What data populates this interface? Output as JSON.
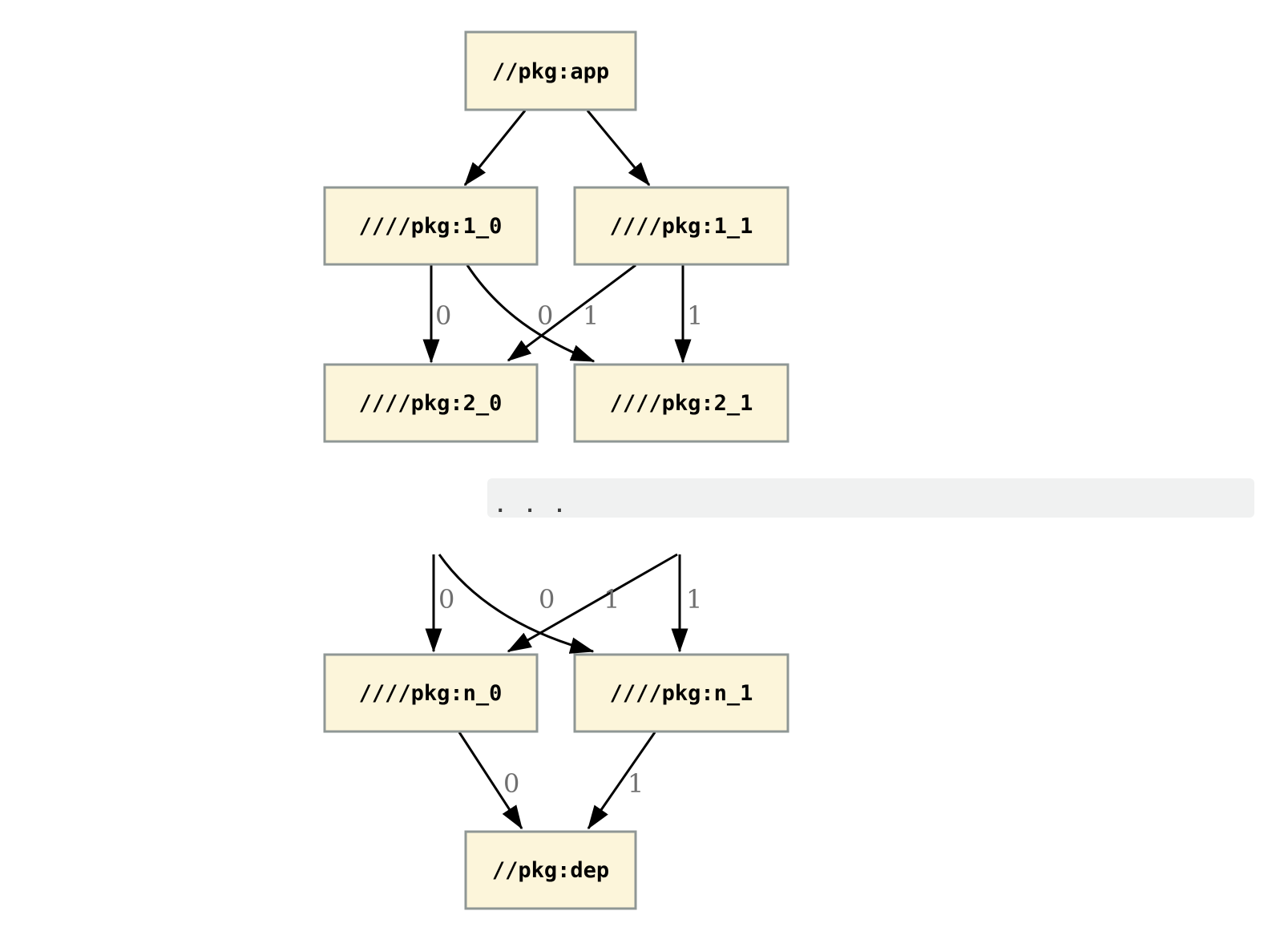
{
  "colors": {
    "background": "#ffffff",
    "node_fill": "#fcf5da",
    "node_border": "#8f9795",
    "edge": "#000000",
    "edge_label": "#6f6f6f",
    "ellipsis_bg": "#f0f1f1",
    "ellipsis_text": "#3a3a3a"
  },
  "nodes": [
    {
      "id": "app",
      "label": "//pkg:app"
    },
    {
      "id": "l1_0",
      "label": "////pkg:1_0"
    },
    {
      "id": "l1_1",
      "label": "////pkg:1_1"
    },
    {
      "id": "l2_0",
      "label": "////pkg:2_0"
    },
    {
      "id": "l2_1",
      "label": "////pkg:2_1"
    },
    {
      "id": "ln_0",
      "label": "////pkg:n_0"
    },
    {
      "id": "ln_1",
      "label": "////pkg:n_1"
    },
    {
      "id": "dep",
      "label": "//pkg:dep"
    }
  ],
  "edges": [
    {
      "from": "//pkg:app",
      "to": "////pkg:1_0",
      "label": ""
    },
    {
      "from": "//pkg:app",
      "to": "////pkg:1_1",
      "label": ""
    },
    {
      "from": "////pkg:1_0",
      "to": "////pkg:2_0",
      "label": "0"
    },
    {
      "from": "////pkg:1_0",
      "to": "////pkg:2_1",
      "label": "0"
    },
    {
      "from": "////pkg:1_1",
      "to": "////pkg:2_0",
      "label": "1"
    },
    {
      "from": "////pkg:1_1",
      "to": "////pkg:2_1",
      "label": "1"
    },
    {
      "from": "...",
      "to": "////pkg:n_0",
      "label": "0"
    },
    {
      "from": "...",
      "to": "////pkg:n_1",
      "label": "0"
    },
    {
      "from": "...",
      "to": "////pkg:n_0",
      "label": "1"
    },
    {
      "from": "...",
      "to": "////pkg:n_1",
      "label": "1"
    },
    {
      "from": "////pkg:n_0",
      "to": "//pkg:dep",
      "label": "0"
    },
    {
      "from": "////pkg:n_1",
      "to": "//pkg:dep",
      "label": "1"
    }
  ],
  "ellipsis": {
    "text": ". . ."
  }
}
